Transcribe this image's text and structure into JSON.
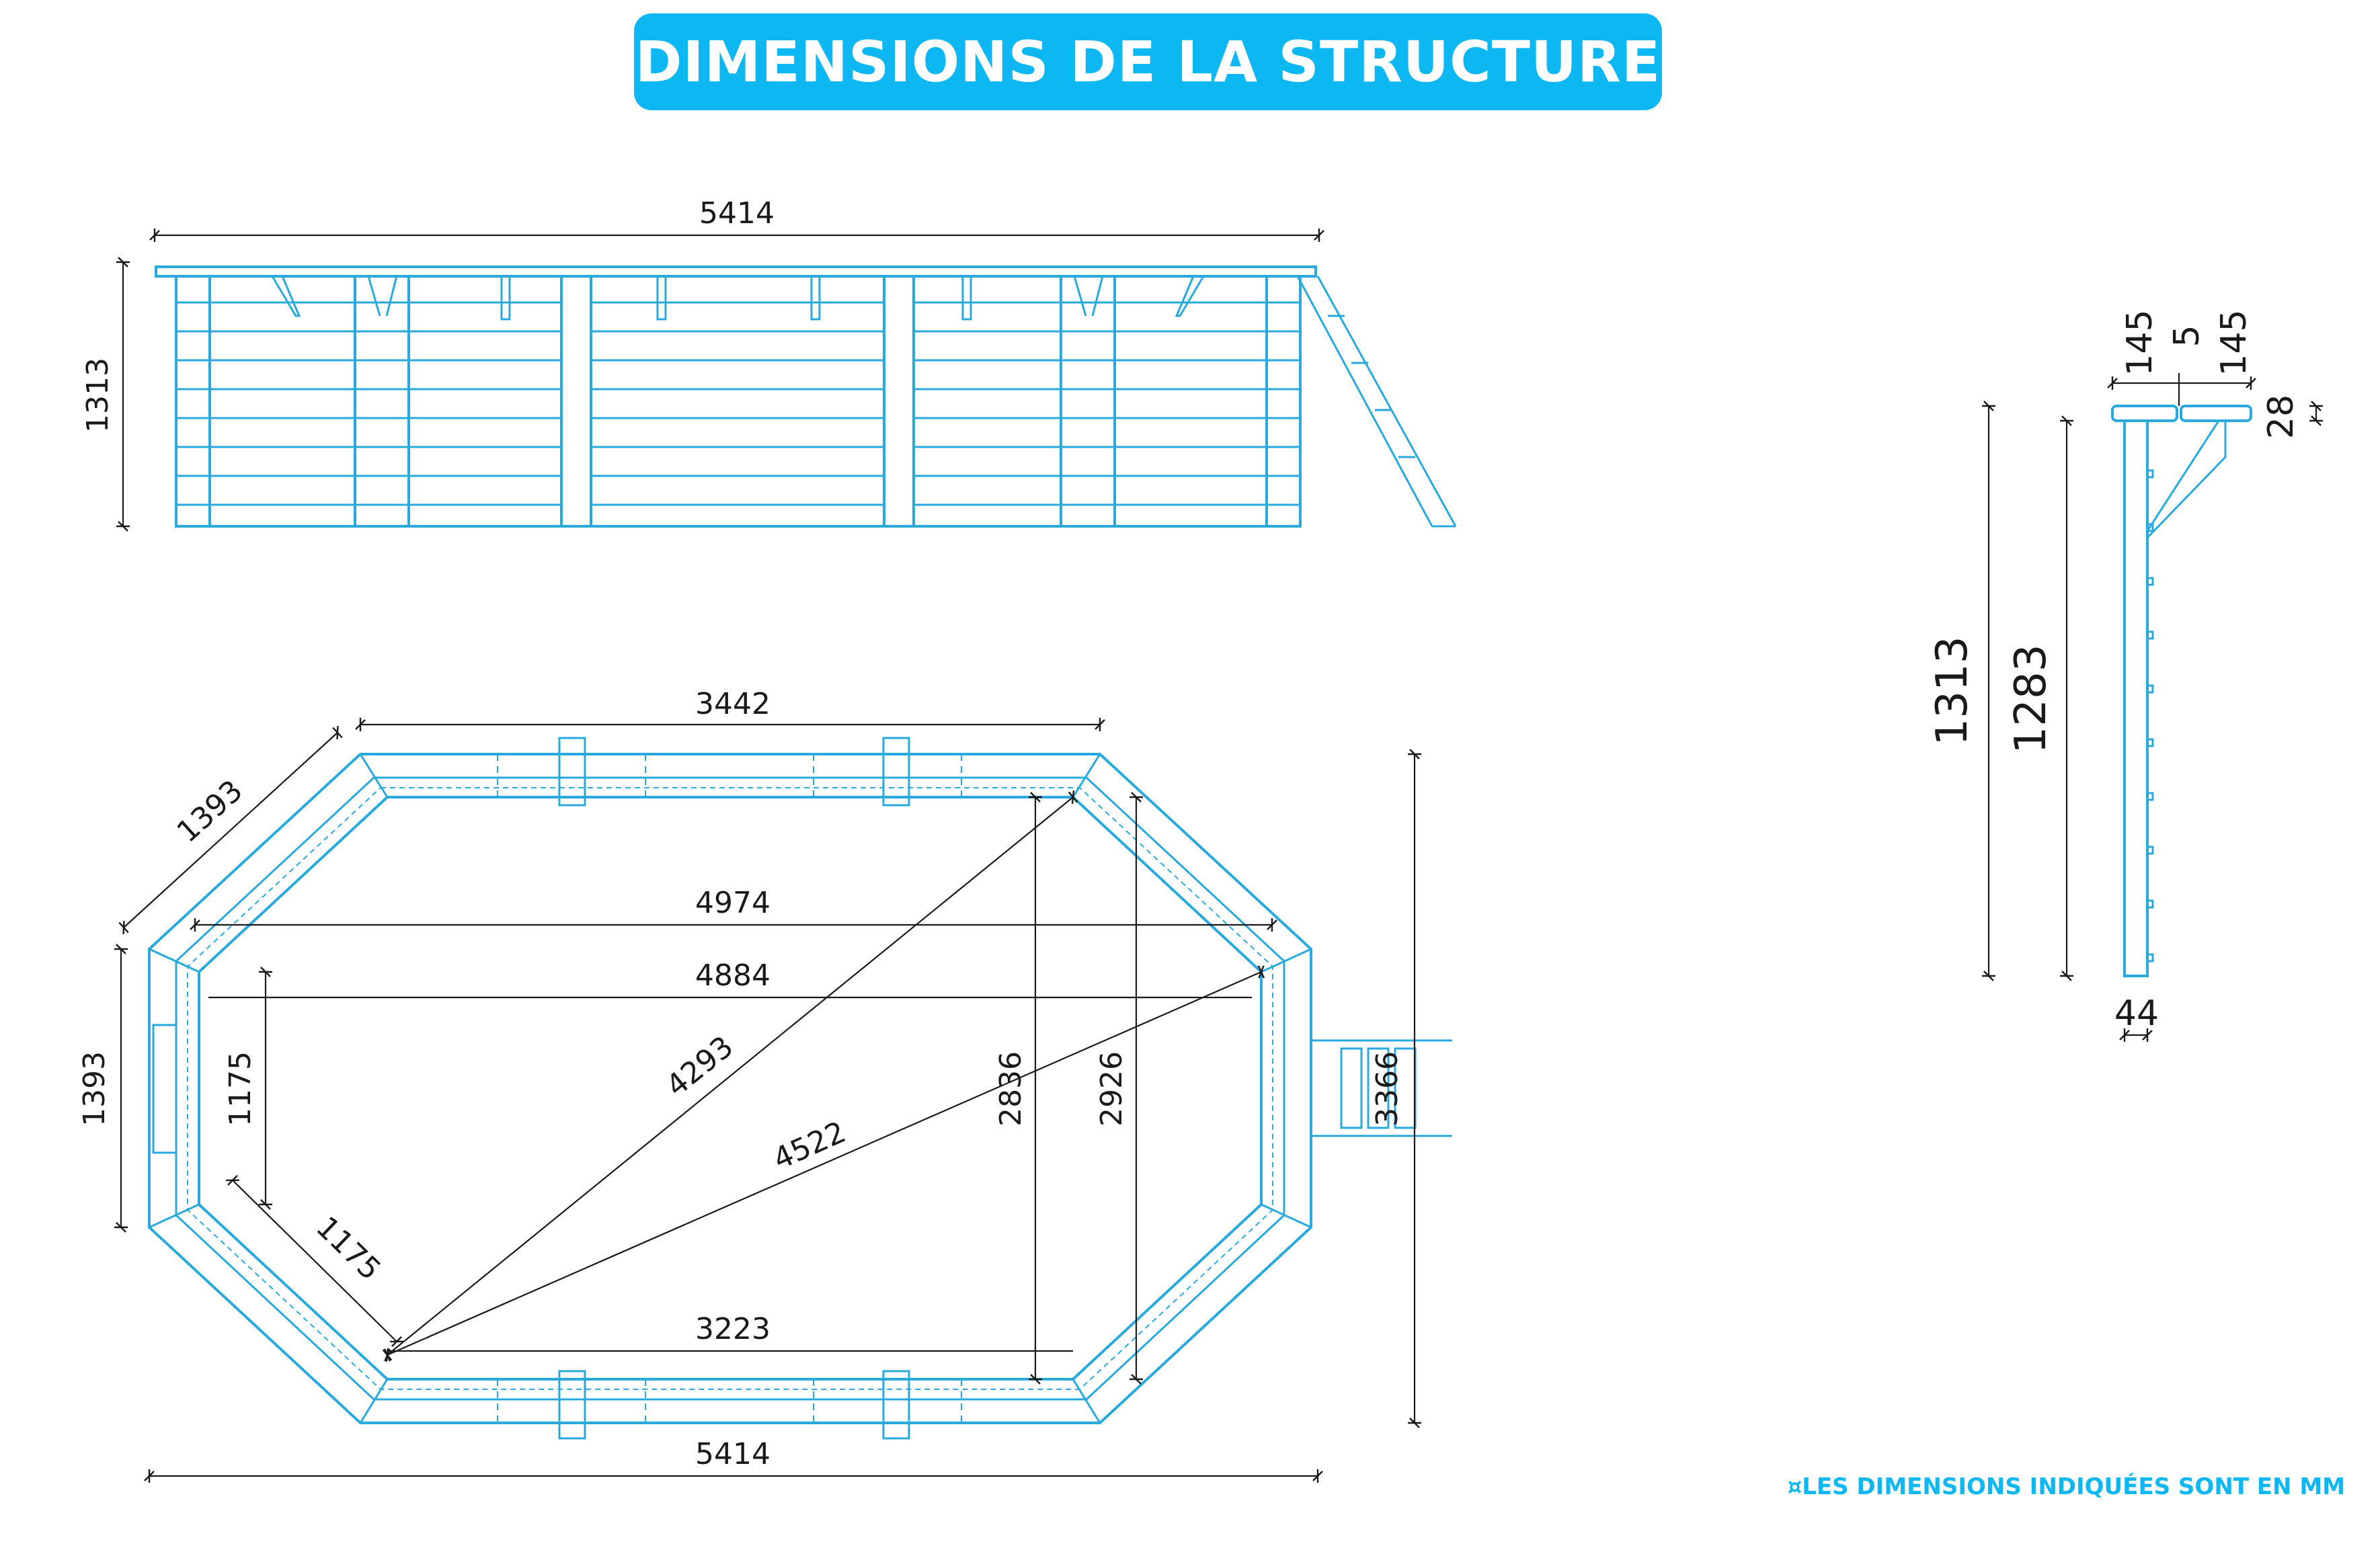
{
  "title": "DIMENSIONS DE LA STRUCTURE",
  "footnote": "¤LES DIMENSIONS INDIQUÉES SONT EN MM",
  "colors": {
    "accent": "#0cb7f2",
    "structure_line": "#2aa9dc",
    "dimension_line": "#1a1a1a"
  },
  "side_view": {
    "width": "5414",
    "height": "1313"
  },
  "top_view": {
    "top_edge": "3442",
    "diagonal_side": "1393",
    "outer_width": "4974",
    "inner_width": "4884",
    "left_height": "1393",
    "inner_side": "1175",
    "inner_diagonal": "1175",
    "diagonal_a": "4293",
    "diagonal_b": "4522",
    "inner_height": "2836",
    "outer_height": "2926",
    "ladder_height": "3366",
    "bottom_edge": "3223",
    "overall_length": "5414"
  },
  "section_view": {
    "top_left": "145",
    "top_gap": "5",
    "top_right": "145",
    "coping": "28",
    "total_height": "1313",
    "wall_height": "1283",
    "wall_thickness": "44"
  }
}
